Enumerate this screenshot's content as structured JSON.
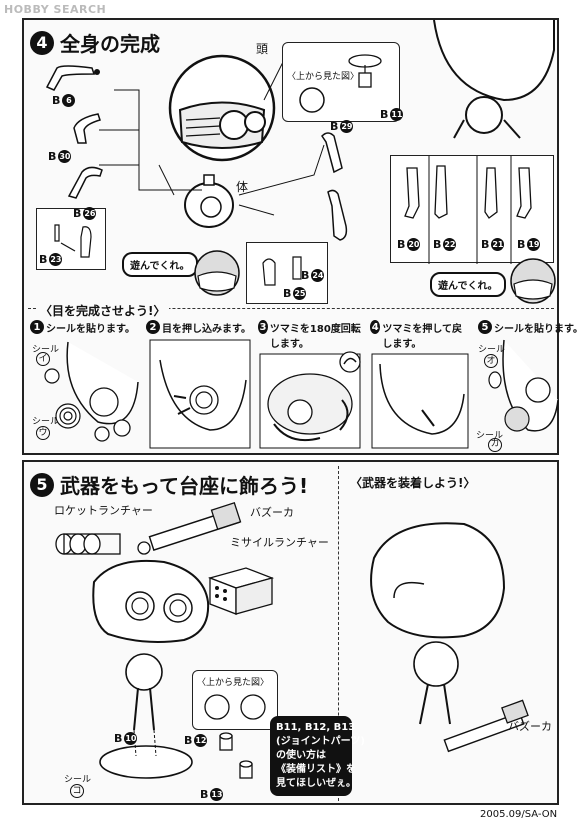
{
  "watermark": "HOBBY SEARCH",
  "step4": {
    "number": "4",
    "title": "全身の完成",
    "head_label": "頭",
    "body_label": "体",
    "view_from_top": "〈上から見た図〉",
    "parts": [
      "B6",
      "B30",
      "B26",
      "B23",
      "B11",
      "B29",
      "B24",
      "B25",
      "B20",
      "B22",
      "B21",
      "B19"
    ],
    "bubble_left": "遊んでくれ。",
    "bubble_right": "遊んでくれ。"
  },
  "eyes": {
    "heading": "〈目を完成させよう!〉",
    "steps": [
      {
        "num": "1",
        "text": "シールを貼ります。"
      },
      {
        "num": "2",
        "text": "目を押し込みます。"
      },
      {
        "num": "3",
        "text": "ツマミを180度回転します。"
      },
      {
        "num": "4",
        "text": "ツマミを押して戻します。"
      },
      {
        "num": "5",
        "text": "シールを貼ります。"
      }
    ],
    "seal_i": "シール",
    "seal_i_letter": "イ",
    "seal_u": "シール",
    "seal_u_letter": "ウ",
    "seal_o": "シール",
    "seal_o_letter": "オ",
    "seal_ka": "シール",
    "seal_ka_letter": "カ"
  },
  "step5": {
    "number": "5",
    "title": "武器をもって台座に飾ろう!",
    "rocket_launcher": "ロケットランチャー",
    "bazooka": "バズーカ",
    "missile_launcher": "ミサイルランチャー",
    "view_from_top": "〈上から見た図〉",
    "parts": [
      "B10",
      "B12",
      "B13"
    ],
    "seal_label": "シール",
    "seal_letter": "コ",
    "note_lines": [
      "B11, B12, B13",
      "(ジョイントパーツ)",
      "の使い方は",
      "《装備リスト》を",
      "見てほしいぜぇ。"
    ]
  },
  "equip": {
    "heading": "〈武器を装着しよう!〉",
    "bazooka": "バズーカ"
  },
  "footer": "2005.09/SA-ON"
}
